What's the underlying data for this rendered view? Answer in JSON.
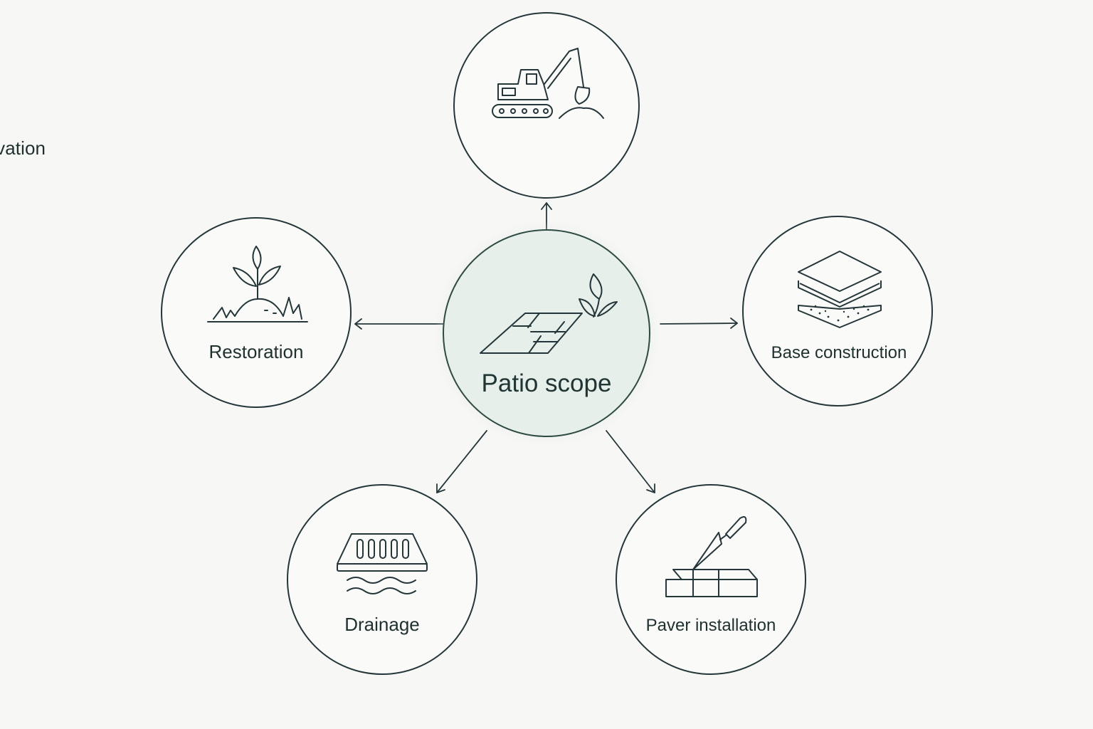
{
  "diagram": {
    "center": {
      "label": "Patio scope",
      "icon": "paver-grid-with-sprout-icon",
      "fill_color": "#e6efe9",
      "stroke_color": "#2f4a44"
    },
    "nodes": [
      {
        "id": "excavation",
        "label": "Excavation",
        "icon": "excavator-icon"
      },
      {
        "id": "base",
        "label": "Base construction",
        "icon": "stacked-layers-icon"
      },
      {
        "id": "paver",
        "label": "Paver installation",
        "icon": "trowel-pavers-icon"
      },
      {
        "id": "drainage",
        "label": "Drainage",
        "icon": "drain-grate-icon"
      },
      {
        "id": "restoration",
        "label": "Restoration",
        "icon": "sprout-mound-icon"
      }
    ],
    "line_color": "#24363a",
    "background": "#f7f7f5"
  }
}
